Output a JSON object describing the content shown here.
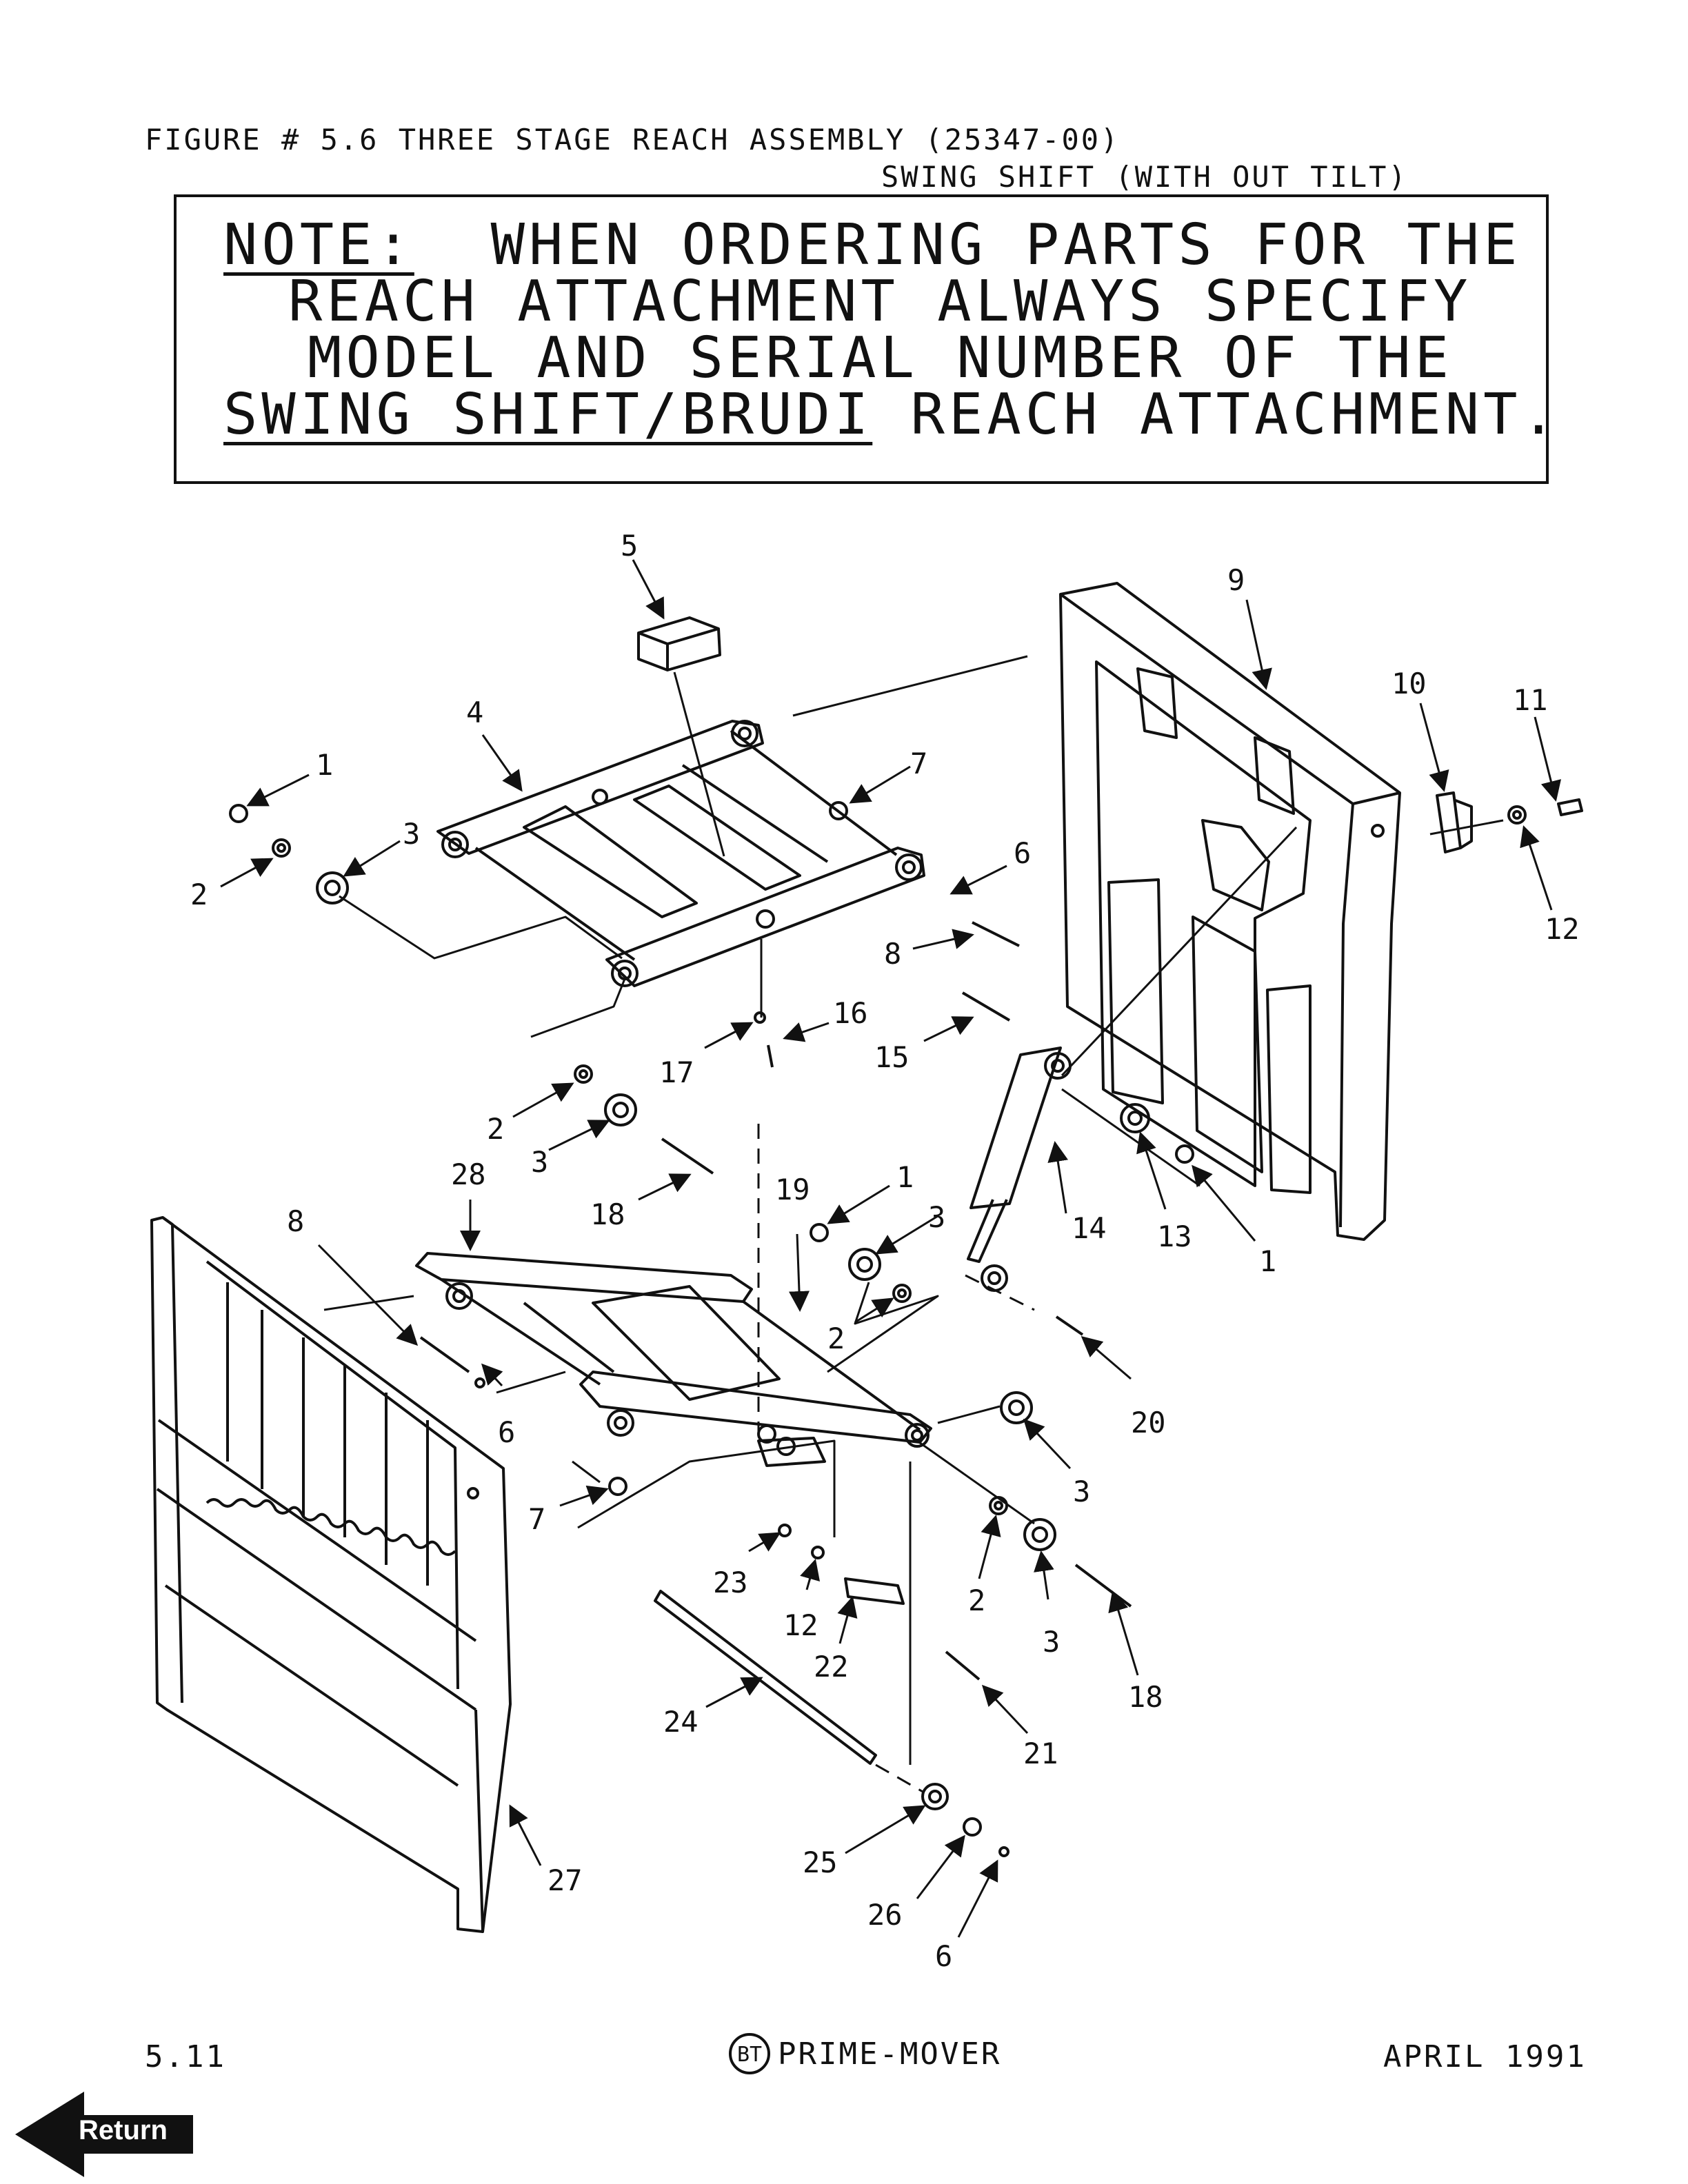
{
  "header": {
    "title": "FIGURE # 5.6 THREE STAGE REACH ASSEMBLY (25347-00)",
    "subtitle": "SWING SHIFT (WITH OUT TILT)"
  },
  "note": {
    "label": "NOTE:",
    "line1_rest": "  WHEN ORDERING PARTS FOR THE",
    "line2": "REACH ATTACHMENT ALWAYS SPECIFY",
    "line3": "MODEL AND SERIAL NUMBER OF THE",
    "line4_underlined": "SWING SHIFT/BRUDI",
    "line4_rest": " REACH ATTACHMENT."
  },
  "callouts": {
    "c5": "5",
    "c9": "9",
    "c10": "10",
    "c11": "11",
    "c4": "4",
    "c1a": "1",
    "c7a": "7",
    "c3a": "3",
    "c6a": "6",
    "c2a": "2",
    "c12a": "12",
    "c8a": "8",
    "c16": "16",
    "c17": "17",
    "c15": "15",
    "c2b": "2",
    "c3b": "3",
    "c28": "28",
    "c18a": "18",
    "c19": "19",
    "c1b": "1",
    "c3c": "3",
    "c14": "14",
    "c13": "13",
    "c1c": "1",
    "c8b": "8",
    "c2c": "2",
    "c6b": "6",
    "c20": "20",
    "c7b": "7",
    "c3d": "3",
    "c23": "23",
    "c12b": "12",
    "c2d": "2",
    "c3e": "3",
    "c22": "22",
    "c18b": "18",
    "c24": "24",
    "c21": "21",
    "c25": "25",
    "c27": "27",
    "c26": "26",
    "c6c": "6"
  },
  "footer": {
    "page": "5.11",
    "brand_logo": "BT",
    "brand": "PRIME-MOVER",
    "date": "APRIL 1991"
  },
  "nav": {
    "return_label": "Return",
    "return_icon": "left-arrow-icon"
  }
}
